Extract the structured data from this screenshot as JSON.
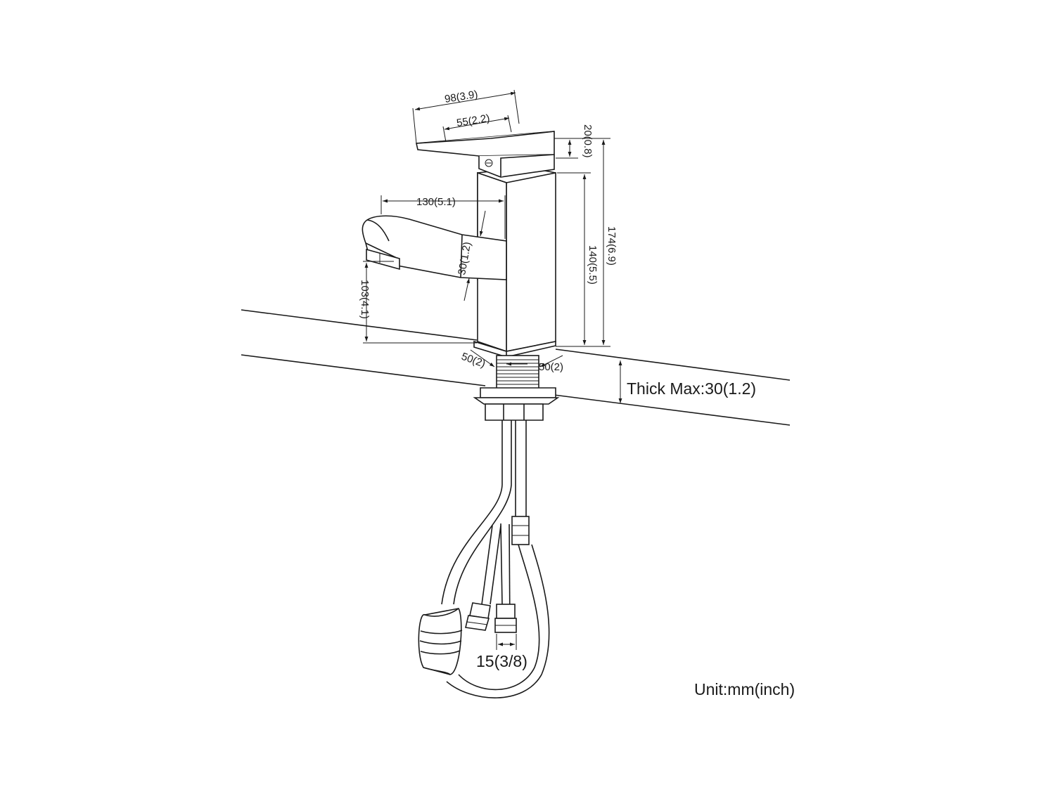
{
  "dimensions": {
    "handle_total_width": "98(3.9)",
    "handle_top_width": "55(2.2)",
    "handle_height": "20(0.8)",
    "spout_reach": "130(5.1)",
    "spout_thickness": "30(1.2)",
    "spout_height": "103(4.1)",
    "body_height": "140(5.5)",
    "total_height": "174(6.9)",
    "base_left": "50(2)",
    "base_right": "50(2)",
    "deck_thickness": "Thick Max:30(1.2)",
    "connector_size": "15(3/8)"
  },
  "unit_note": "Unit:mm(inch)"
}
